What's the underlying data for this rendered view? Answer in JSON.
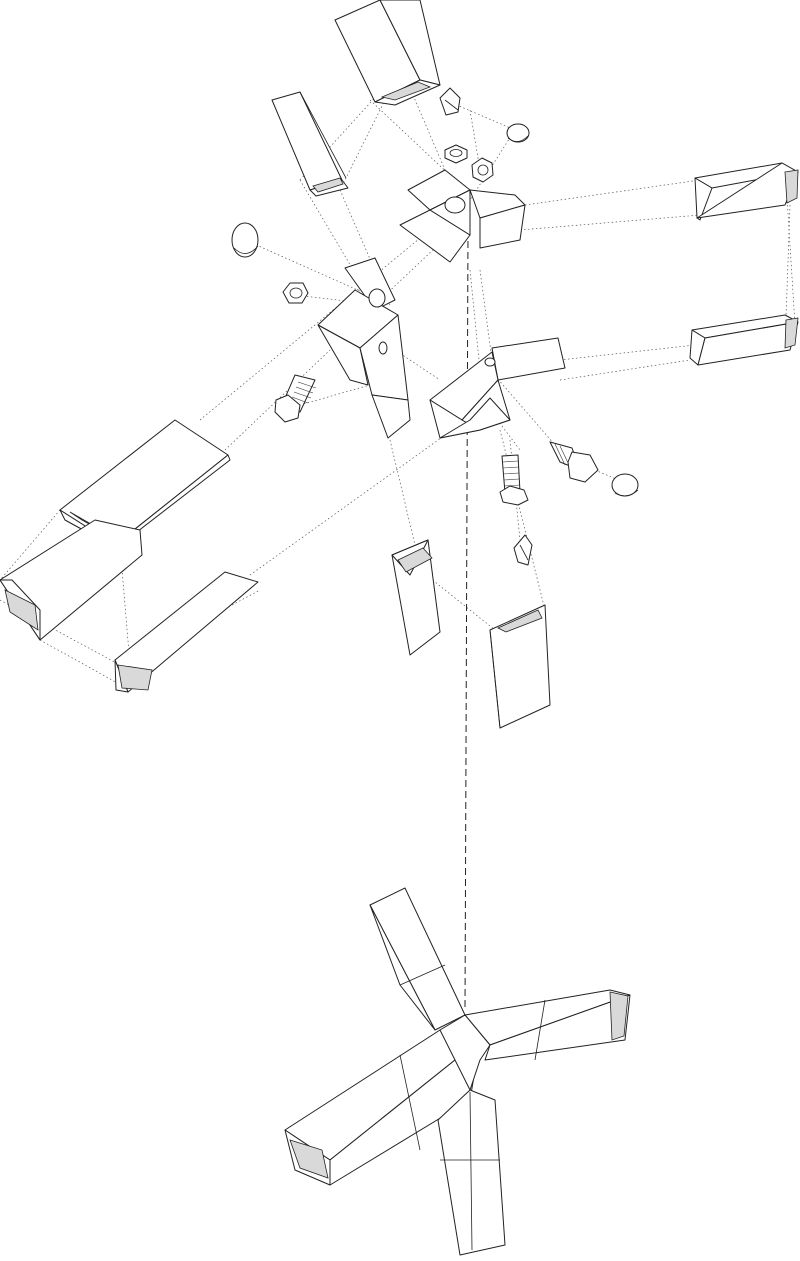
{
  "figure": {
    "kind": "exploded axonometric drawing",
    "colors": {
      "background": "#ffffff",
      "line": "#222222",
      "guide": "#555555",
      "section_fill": "#d9d9d9"
    },
    "parts": [
      "square-tube",
      "node-bracket",
      "hex-bolt",
      "hex-nut",
      "end-cap",
      "assembled-joint"
    ]
  }
}
